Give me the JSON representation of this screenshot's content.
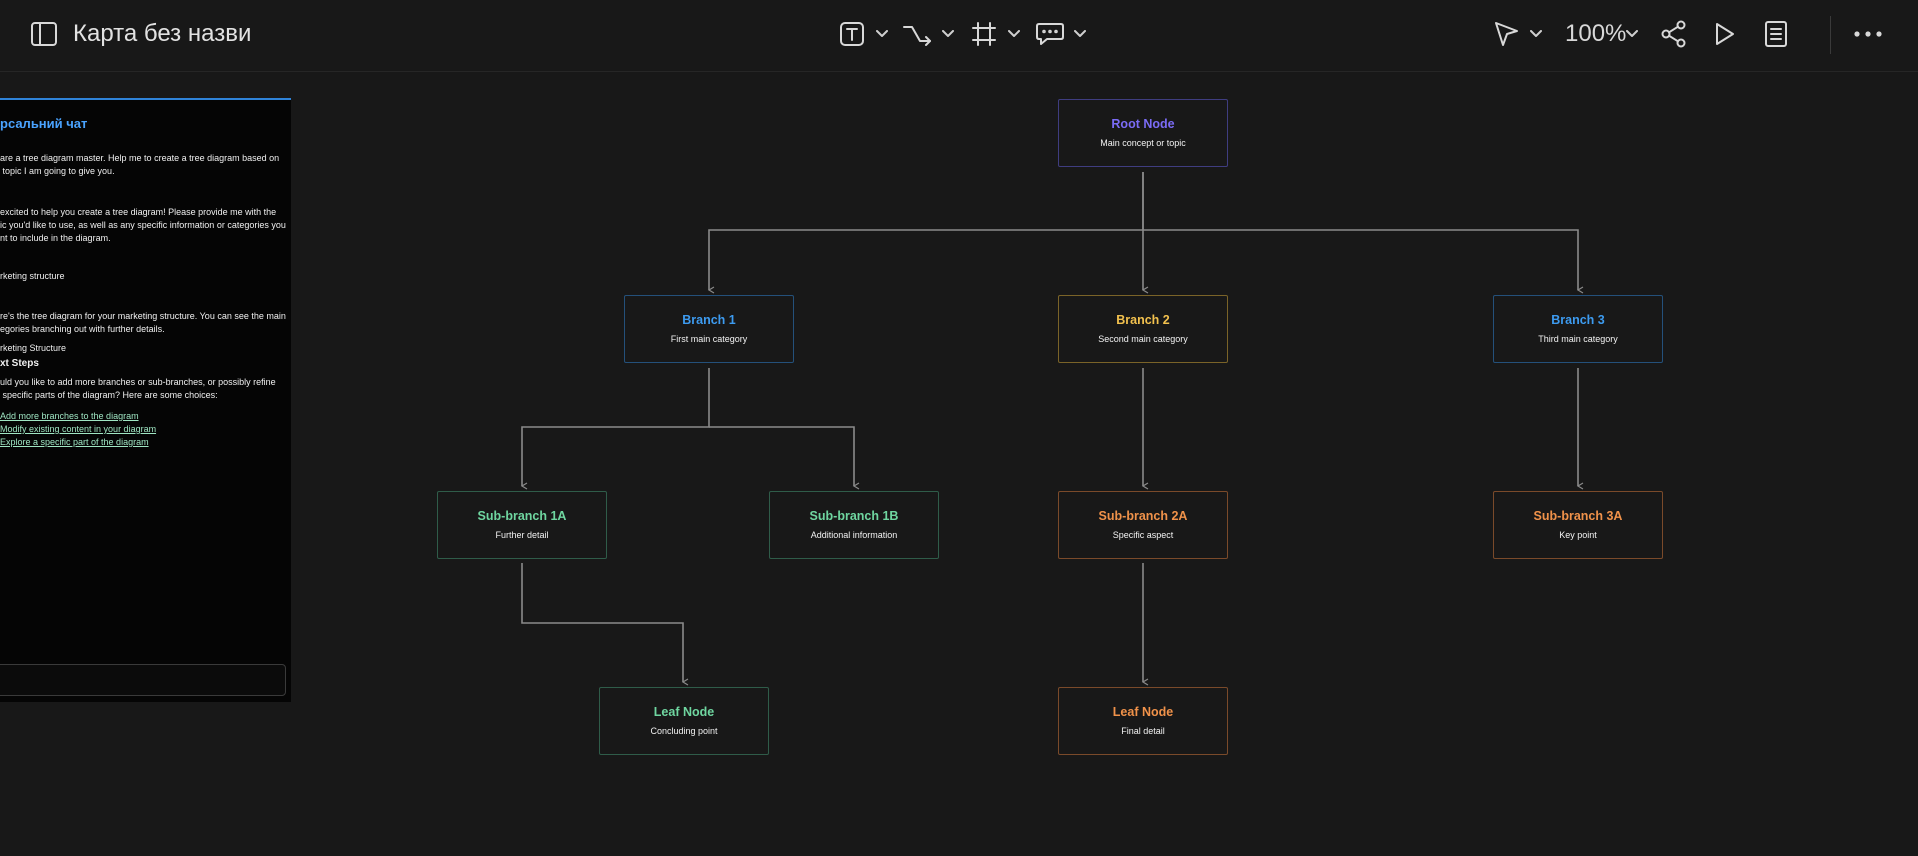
{
  "header": {
    "title": "Карта без назви",
    "zoom": "100%"
  },
  "chat": {
    "title": "рсальний чат",
    "messages": [
      "are a tree diagram master. Help me to create a tree diagram based on\n topic I am going to give you.",
      "excited to help you create a tree diagram! Please provide me with the\nic you'd like to use, as well as any specific information or categories you\nnt to include in the diagram.",
      "rketing structure",
      "re's the tree diagram for your marketing structure. You can see the main\negories branching out with further details.",
      "rketing Structure"
    ],
    "next_steps_heading": "xt Steps",
    "next_steps_text": "uld you like to add more branches or sub-branches, or possibly refine\n specific parts of the diagram? Here are some choices:",
    "options": [
      "Add more branches to the diagram",
      "Modify existing content in your diagram",
      "Explore a specific part of the diagram"
    ],
    "input_placeholder": ""
  },
  "colors": {
    "root": "#7b6cf6",
    "branch_blue": "#3d9bf0",
    "branch_yellow": "#f2c14e",
    "green": "#6fd6a0",
    "orange": "#f0924a",
    "edge": "#8a8a8a"
  },
  "diagram": {
    "root": {
      "title": "Root Node",
      "subtitle": "Main concept or topic"
    },
    "branch1": {
      "title": "Branch 1",
      "subtitle": "First main category"
    },
    "branch2": {
      "title": "Branch 2",
      "subtitle": "Second main category"
    },
    "branch3": {
      "title": "Branch 3",
      "subtitle": "Third main category"
    },
    "sub1a": {
      "title": "Sub-branch 1A",
      "subtitle": "Further detail"
    },
    "sub1b": {
      "title": "Sub-branch 1B",
      "subtitle": "Additional information"
    },
    "sub2a": {
      "title": "Sub-branch 2A",
      "subtitle": "Specific aspect"
    },
    "sub3a": {
      "title": "Sub-branch 3A",
      "subtitle": "Key point"
    },
    "leaf1": {
      "title": "Leaf Node",
      "subtitle": "Concluding point"
    },
    "leaf2": {
      "title": "Leaf Node",
      "subtitle": "Final detail"
    }
  }
}
